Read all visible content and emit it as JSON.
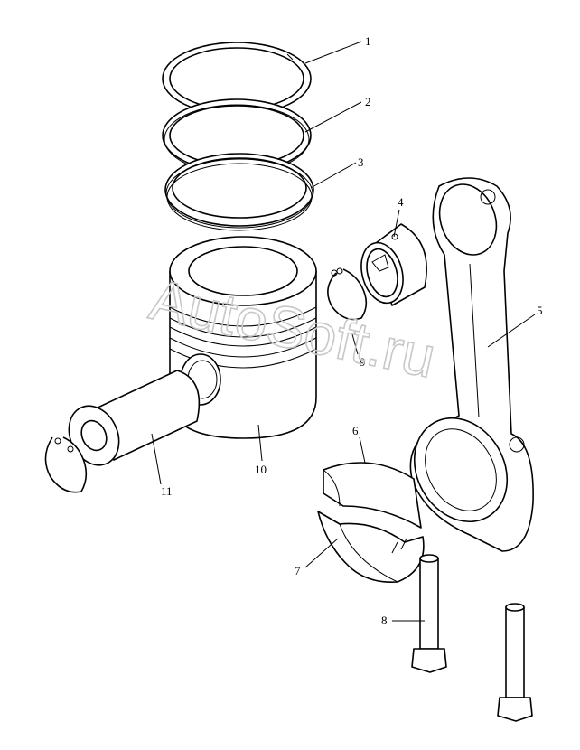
{
  "callouts": [
    "1",
    "2",
    "3",
    "4",
    "5",
    "6",
    "7",
    "8",
    "9",
    "10",
    "11"
  ],
  "watermark": "AutoSoft.ru",
  "colors": {
    "line": "#000000",
    "background": "#ffffff",
    "watermark": "#c8c8c8"
  }
}
